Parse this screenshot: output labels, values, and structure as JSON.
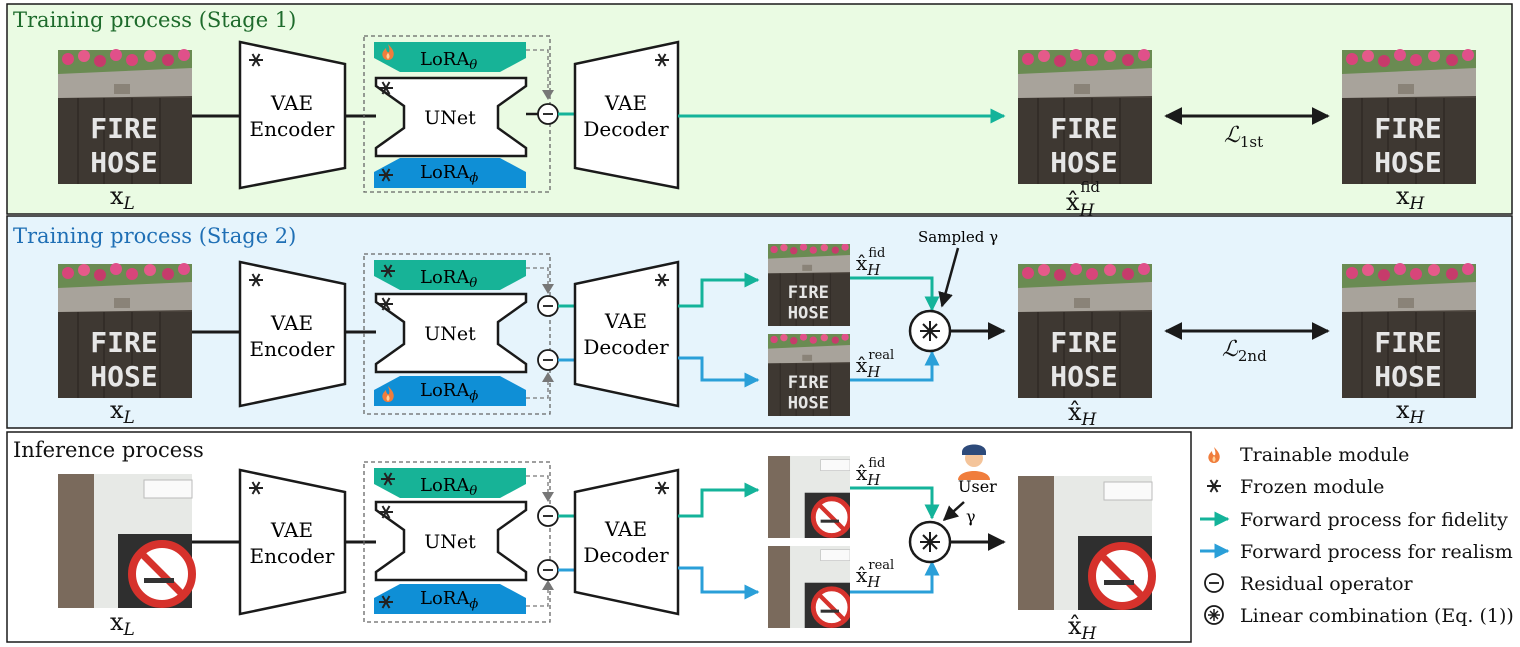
{
  "stages": {
    "stage1": {
      "title": "Training process (Stage 1)",
      "title_color": "#1e6b2c",
      "bg": "#eafbe3"
    },
    "stage2": {
      "title": "Training process (Stage 2)",
      "title_color": "#1f6fb5",
      "bg": "#e6f4fc"
    },
    "inference": {
      "title": "Inference process",
      "title_color": "#111111",
      "bg": "#ffffff"
    }
  },
  "modules": {
    "vae_encoder": [
      "VAE",
      "Encoder"
    ],
    "vae_decoder": [
      "VAE",
      "Decoder"
    ],
    "unet": "UNet",
    "lora_theta": {
      "base": "LoRA",
      "sub": "θ"
    },
    "lora_phi": {
      "base": "LoRA",
      "sub": "ϕ"
    }
  },
  "math": {
    "x_base": "x",
    "xhat_base": "x̂",
    "sub_L": "L",
    "sub_H": "H",
    "sup_fid": "fid",
    "sup_real": "real",
    "loss_base": "ℒ",
    "loss_1st": "1st",
    "loss_2nd": "2nd",
    "gamma": "γ"
  },
  "annotations": {
    "sampled_gamma": "Sampled γ",
    "user": "User"
  },
  "legend": {
    "trainable": "Trainable module",
    "frozen": "Frozen module",
    "fidelity": "Forward process for fidelity",
    "realism": "Forward process for realism",
    "residual": "Residual operator",
    "linear": "Linear combination (Eq. (1))"
  },
  "colors": {
    "fidelity": "#14b39a",
    "realism": "#2a9fd8",
    "lora_theta": "#17b397",
    "lora_phi": "#0f8fd6",
    "flame": "#f07d3c",
    "outline": "#1a1a1a"
  },
  "icons": {
    "trainable": "flame-icon",
    "frozen": "snowflake-icon",
    "residual": "minus-circle-icon",
    "linear": "asterisk-circle-icon",
    "user": "user-icon"
  }
}
